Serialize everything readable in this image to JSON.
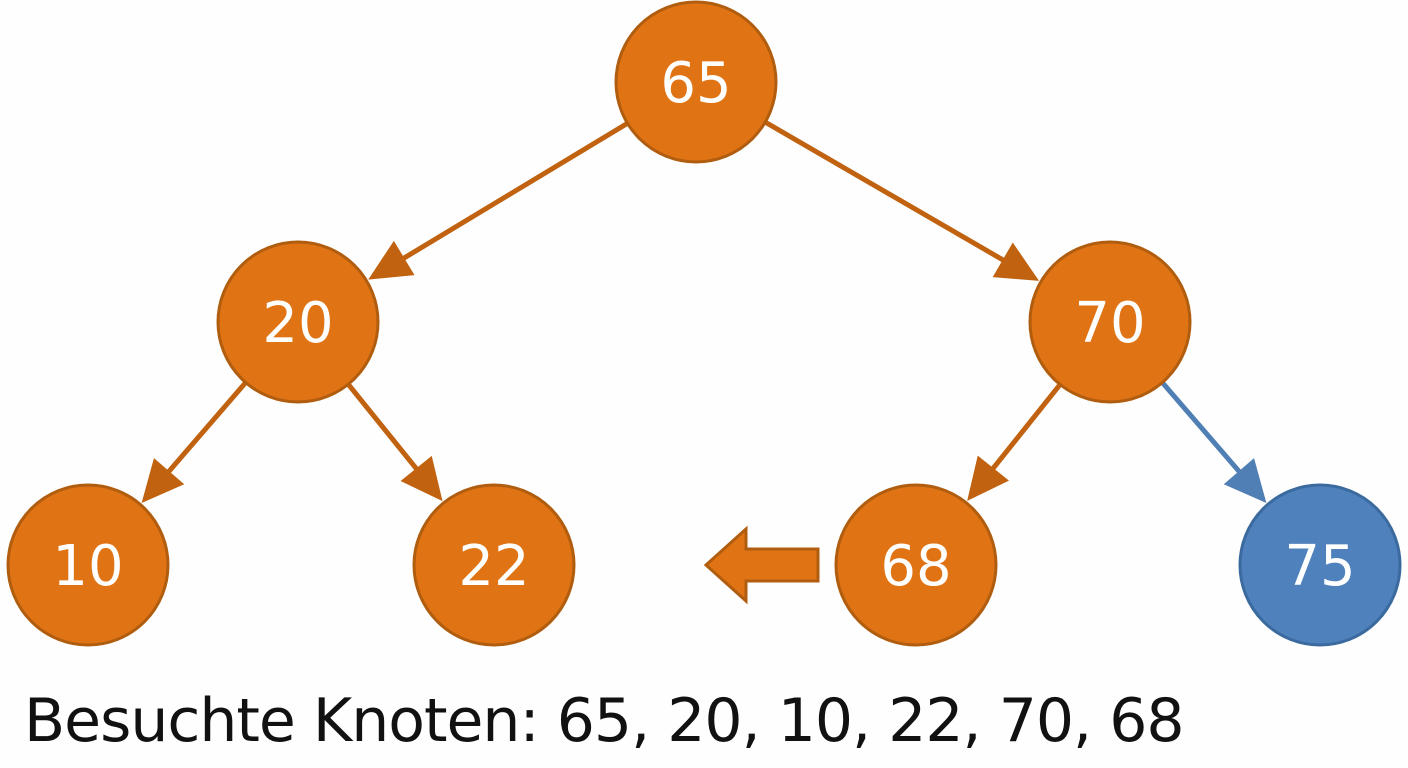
{
  "colors": {
    "node_fill": "#e07313",
    "node_stroke": "#b05d0f",
    "edge": "#c0620f",
    "highlight_fill": "#4f81bd",
    "highlight_stroke": "#3b6a9e",
    "highlight_edge": "#4f7fb5",
    "label": "#ffffff",
    "caption": "#111111"
  },
  "nodes": [
    {
      "id": "n65",
      "label": "65",
      "highlight": false
    },
    {
      "id": "n20",
      "label": "20",
      "highlight": false
    },
    {
      "id": "n70",
      "label": "70",
      "highlight": false
    },
    {
      "id": "n10",
      "label": "10",
      "highlight": false
    },
    {
      "id": "n22",
      "label": "22",
      "highlight": false
    },
    {
      "id": "n68",
      "label": "68",
      "highlight": false
    },
    {
      "id": "n75",
      "label": "75",
      "highlight": true
    }
  ],
  "edges": [
    {
      "from": "n65",
      "to": "n20",
      "highlight": false
    },
    {
      "from": "n65",
      "to": "n70",
      "highlight": false
    },
    {
      "from": "n20",
      "to": "n10",
      "highlight": false
    },
    {
      "from": "n20",
      "to": "n22",
      "highlight": false
    },
    {
      "from": "n70",
      "to": "n68",
      "highlight": false
    },
    {
      "from": "n70",
      "to": "n75",
      "highlight": true
    }
  ],
  "traversal_arrow": {
    "near": "n68",
    "direction": "left"
  },
  "caption": "Besuchte Knoten: 65, 20, 10, 22, 70, 68"
}
